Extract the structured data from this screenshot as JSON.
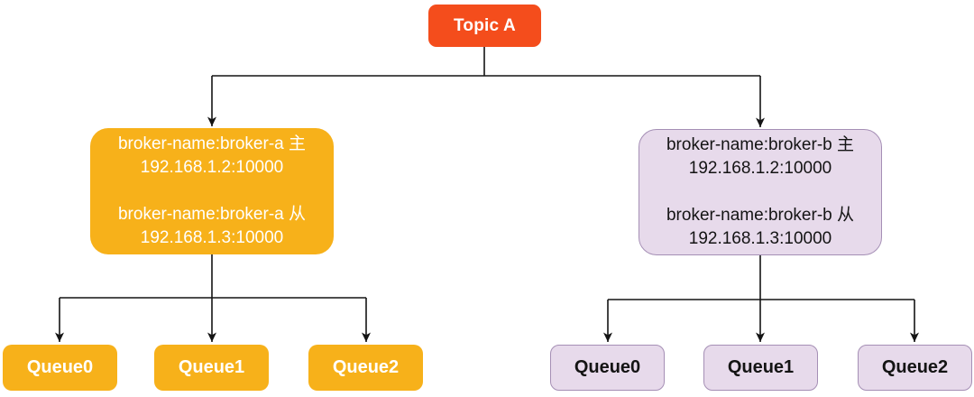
{
  "topic": {
    "label": "Topic A"
  },
  "brokers": [
    {
      "name": "broker-a",
      "lines": [
        "broker-name:broker-a 主",
        "192.168.1.2:10000",
        "broker-name:broker-a 从",
        "192.168.1.3:10000"
      ],
      "queues": [
        "Queue0",
        "Queue1",
        "Queue2"
      ]
    },
    {
      "name": "broker-b",
      "lines": [
        "broker-name:broker-b 主",
        "192.168.1.2:10000",
        "broker-name:broker-b 从",
        "192.168.1.3:10000"
      ],
      "queues": [
        "Queue0",
        "Queue1",
        "Queue2"
      ]
    }
  ],
  "colors": {
    "topic_fill": "#F44D1C",
    "broker_a_fill": "#F7B11A",
    "broker_b_fill": "#E7DAEB",
    "broker_b_border": "#A58FB5",
    "connector_line": "#141414",
    "text_on_yellow": "#FFFFFF",
    "text_on_purple": "#141414"
  }
}
